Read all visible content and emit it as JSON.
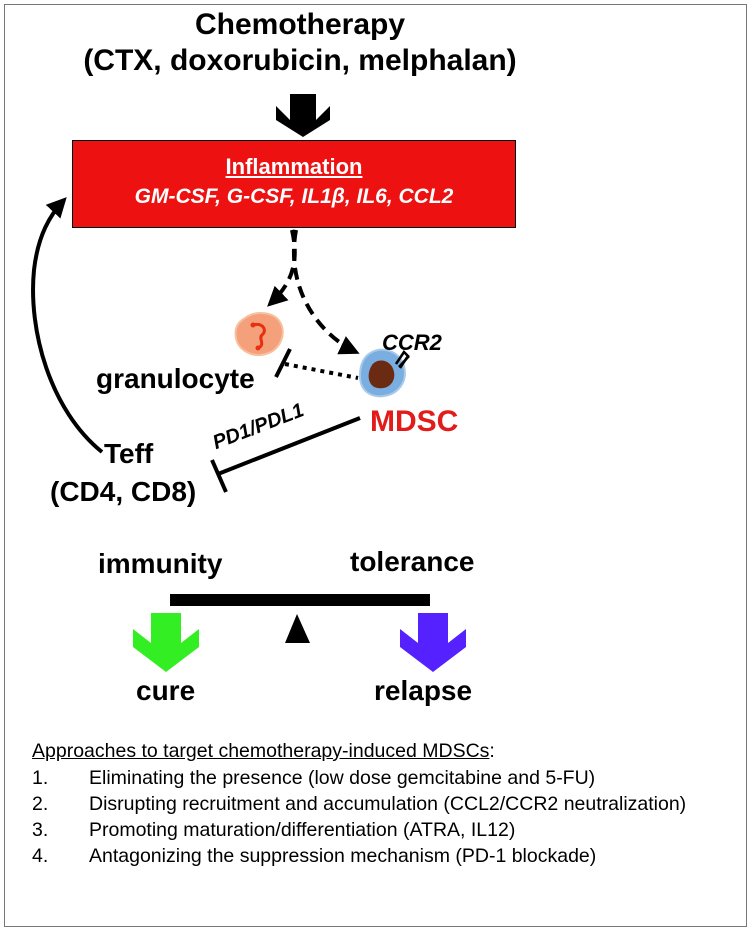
{
  "title": {
    "line1": "Chemotherapy",
    "line2": "(CTX, doxorubicin, melphalan)"
  },
  "inflammation": {
    "title": "Inflammation",
    "factors": "GM-CSF, G-CSF, IL1β, IL6, CCL2"
  },
  "cells": {
    "granulocyte": "granulocyte",
    "mdsc": "MDSC",
    "ccr2": "CCR2",
    "teff_line1": "Teff",
    "teff_line2": "(CD4, CD8)",
    "pd1_pdl1": "PD1/PDL1"
  },
  "balance": {
    "left": "immunity",
    "right": "tolerance",
    "left_outcome": "cure",
    "right_outcome": "relapse"
  },
  "colors": {
    "inflammation_box": "#ee1111",
    "mdsc_label": "#e21b1b",
    "cure_arrow": "#33ee22",
    "relapse_arrow": "#5522ff",
    "granulocyte_cell": "#f4a07a",
    "mdsc_cell": "#7aaee0"
  },
  "approaches": {
    "heading": "Approaches to target chemotherapy-induced MDSCs",
    "heading_suffix": ":",
    "items": [
      {
        "num": "1.",
        "text": "Eliminating the presence (low dose gemcitabine and 5-FU)"
      },
      {
        "num": "2.",
        "text": "Disrupting recruitment and accumulation (CCL2/CCR2 neutralization)"
      },
      {
        "num": "3.",
        "text": "Promoting maturation/differentiation (ATRA, IL12)"
      },
      {
        "num": "4.",
        "text": "Antagonizing the suppression mechanism (PD-1 blockade)"
      }
    ]
  }
}
